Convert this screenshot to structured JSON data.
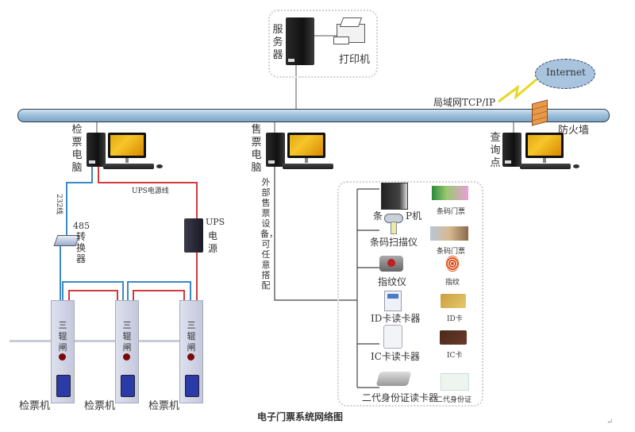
{
  "title": "电子门票系统网络图",
  "colors": {
    "bus": "#9ec1dc",
    "rs232_cable": "#3b8ac4",
    "power_cable": "#d23b3b",
    "firewall": "#e08a3a",
    "internet_cloud": "#a9c4df",
    "lightning": "#f0e020"
  },
  "server_group": {
    "server_label": "服务器",
    "printer_label": "打印机"
  },
  "network": {
    "lan_label": "局域网TCP/IP",
    "internet_label": "Internet",
    "firewall_label": "防火墙"
  },
  "nodes": {
    "check_pc_label": "检票电脑",
    "sale_pc_label": "售票电脑",
    "query_pc_label": "查询点"
  },
  "cables": {
    "rs232_label": "232线",
    "ups_line_label": "UPS电源线",
    "converter_label_num": "485",
    "converter_label": "转换器",
    "ups_label_top": "UPS",
    "ups_label": "电源"
  },
  "external_devices_note": "外部售票设备，可任意搭配",
  "devices": [
    {
      "name": "条码打印机",
      "visible_label_left": "条",
      "visible_label_right": "P机",
      "media": "条码门票"
    },
    {
      "name": "条码扫描仪",
      "label": "条码扫描仪",
      "media": "条码门票"
    },
    {
      "name": "指纹仪",
      "label": "指纹仪",
      "media": "指纹"
    },
    {
      "name": "ID卡读卡器",
      "label": "ID卡读卡器",
      "media": "ID卡"
    },
    {
      "name": "IC卡读卡器",
      "label": "IC卡读卡器",
      "media": "IC卡"
    },
    {
      "name": "二代身份证读卡器",
      "label": "二代身份证读卡器",
      "media": "二代身份证"
    }
  ],
  "turnstiles": [
    {
      "gate_label": "三辊闸",
      "reader_label": "检票机"
    },
    {
      "gate_label": "三辊闸",
      "reader_label": "检票机"
    },
    {
      "gate_label": "三辊闸",
      "reader_label": "检票机"
    }
  ],
  "return_mark": "↵"
}
